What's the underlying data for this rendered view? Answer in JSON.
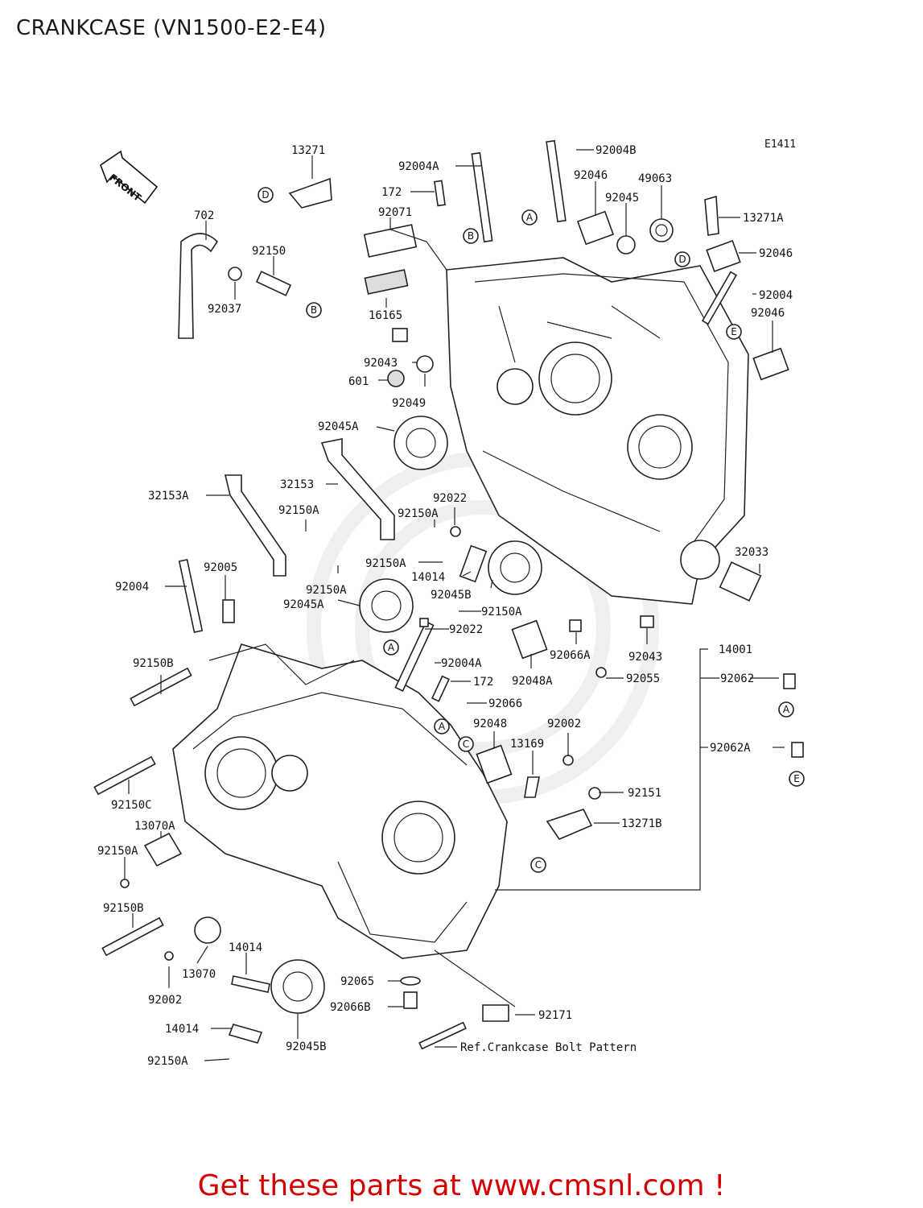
{
  "page": {
    "title": "CRANKCASE (VN1500-E2-E4)",
    "figure_code": "E1411",
    "front_label": "FRONT",
    "footer": "Get these parts at www.cmsnl.com !",
    "footer_color": "#d40000"
  },
  "callouts": {
    "c13271": "13271",
    "c702": "702",
    "c92150": "92150",
    "c92037": "92037",
    "c92004A_top": "92004A",
    "c92004B": "92004B",
    "c172_top": "172",
    "c92071": "92071",
    "c16165": "16165",
    "c92046_a": "92046",
    "c49063": "49063",
    "c92045": "92045",
    "c13271A": "13271A",
    "c92046_b": "92046",
    "c92004_right": "92004",
    "c92046_c": "92046",
    "c92043_left": "92043",
    "c601": "601",
    "c92049": "92049",
    "c92045A_top": "92045A",
    "c32153A": "32153A",
    "c32153": "32153",
    "c92150A_1": "92150A",
    "c92022_top": "92022",
    "c92150A_2": "92150A",
    "c92150A_3": "92150A",
    "c92150A_4": "92150A",
    "c14014_mid": "14014",
    "c92045B_mid": "92045B",
    "c92004_left": "92004",
    "c92005": "92005",
    "c92045A_mid": "92045A",
    "c92150A_5": "92150A",
    "c92022_mid": "92022",
    "c32033": "32033",
    "c92066A": "92066A",
    "c92043_right": "92043",
    "c14001": "14001",
    "c92055": "92055",
    "c92062": "92062",
    "c92150B_top": "92150B",
    "c92004A_mid": "92004A",
    "c172_mid": "172",
    "c92048A": "92048A",
    "c92066": "92066",
    "c92048": "92048",
    "c92002_top": "92002",
    "c13169": "13169",
    "c92062A": "92062A",
    "c92150C": "92150C",
    "c13070A": "13070A",
    "c92151": "92151",
    "c13271B": "13271B",
    "c92150A_6": "92150A",
    "c92150B_low": "92150B",
    "c14014_low": "14014",
    "c13070": "13070",
    "c92002_low": "92002",
    "c92065": "92065",
    "c92066B": "92066B",
    "c92171": "92171",
    "c14014_bottom": "14014",
    "c92045B_low": "92045B",
    "c92150A_7": "92150A",
    "bolt_pattern": "Ref.Crankcase Bolt Pattern"
  },
  "ref_markers": {
    "A": "A",
    "B": "B",
    "C": "C",
    "D": "D",
    "E": "E"
  }
}
